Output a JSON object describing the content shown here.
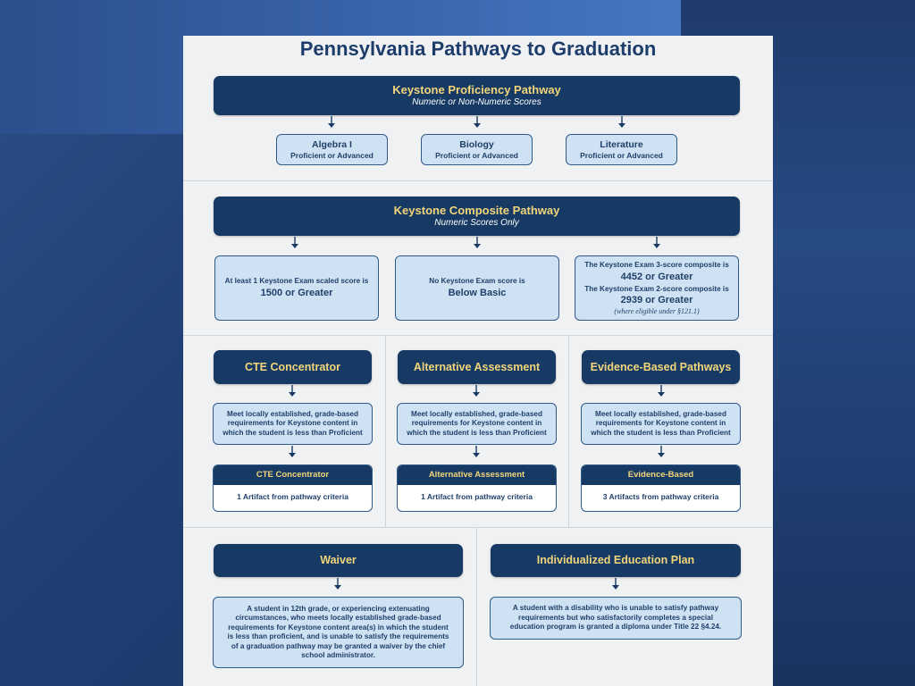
{
  "title": "Pennsylvania Pathways to Graduation",
  "proficiency": {
    "title": "Keystone Proficiency Pathway",
    "subtitle": "Numeric or Non-Numeric Scores",
    "items": [
      {
        "name": "Algebra I",
        "sub": "Proficient or Advanced"
      },
      {
        "name": "Biology",
        "sub": "Proficient or Advanced"
      },
      {
        "name": "Literature",
        "sub": "Proficient or Advanced"
      }
    ]
  },
  "composite": {
    "title": "Keystone Composite Pathway",
    "subtitle": "Numeric Scores Only",
    "box1_text": "At least 1 Keystone Exam scaled score is",
    "box1_value": "1500 or Greater",
    "box2_text": "No Keystone Exam score is",
    "box2_value": "Below Basic",
    "box3_text1": "The Keystone Exam 3-score composite is",
    "box3_value1": "4452 or Greater",
    "box3_text2": "The Keystone Exam 2-score composite is",
    "box3_value2": "2939 or Greater",
    "box3_note": "(where eligible under §121.1)"
  },
  "pathways": [
    {
      "title": "CTE Concentrator",
      "req_lines": [
        "Meet locally established, grade-based",
        "requirements for Keystone content in",
        "which the student is less than Proficient"
      ],
      "card_title": "CTE Concentrator",
      "card_text": "1 Artifact from pathway criteria"
    },
    {
      "title": "Alternative Assessment",
      "req_lines": [
        "Meet locally established, grade-based",
        "requirements for Keystone content in",
        "which the student is less than Proficient"
      ],
      "card_title": "Alternative Assessment",
      "card_text": "1 Artifact from pathway criteria"
    },
    {
      "title": "Evidence-Based Pathways",
      "req_lines": [
        "Meet locally established, grade-based",
        "requirements for Keystone content in",
        "which the student is less than Proficient"
      ],
      "card_title": "Evidence-Based",
      "card_text": "3 Artifacts from pathway criteria"
    }
  ],
  "waiver": {
    "title": "Waiver",
    "lines": [
      "A student in 12th grade, or experiencing extenuating",
      "circumstances, who meets locally established grade-based",
      "requirements for Keystone content area(s) in which the student",
      "is less than proficient, and is unable to satisfy the requirements",
      "of a graduation pathway may be granted a waiver by the chief",
      "school administrator."
    ]
  },
  "iep": {
    "title": "Individualized Education Plan",
    "lines": [
      "A student with a disability who is unable to satisfy pathway",
      "requirements but who satisfactorily completes a special",
      "education program is granted a diploma under Title 22 §4.24."
    ]
  },
  "colors": {
    "navy": "#163a63",
    "gold": "#f2d57a",
    "light_blue": "#cfe2f3",
    "page": "#f0f1f3"
  }
}
